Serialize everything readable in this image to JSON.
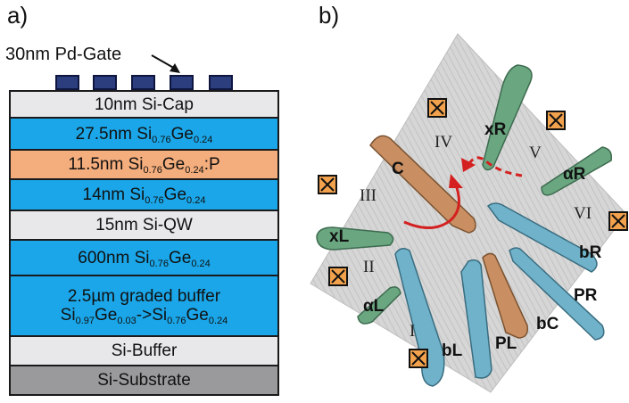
{
  "panel_labels": {
    "a": "a)",
    "b": "b)"
  },
  "stack": {
    "gate_label": "30nm Pd-Gate",
    "gate_color": "#2c3e7e",
    "layers": [
      {
        "text": "10nm Si-Cap",
        "material": "Si",
        "color": "#e8e8ea"
      },
      {
        "pre": "27.5nm Si",
        "s1": "0.76",
        "mid": "Ge",
        "s2": "0.24",
        "post": "",
        "color": "#1aa6e8"
      },
      {
        "pre": "11.5nm Si",
        "s1": "0.76",
        "mid": "Ge",
        "s2": "0.24",
        "post": ":P",
        "color": "#f4ad7c"
      },
      {
        "pre": "14nm Si",
        "s1": "0.76",
        "mid": "Ge",
        "s2": "0.24",
        "post": "",
        "color": "#1aa6e8"
      },
      {
        "text": "15nm Si-QW",
        "color": "#e8e8ea"
      },
      {
        "pre": "600nm Si",
        "s1": "0.76",
        "mid": "Ge",
        "s2": "0.24",
        "post": "",
        "color": "#1aa6e8"
      },
      {
        "line1": "2.5µm graded buffer",
        "l2pre": "Si",
        "l2s1": "0.97",
        "l2mid": "Ge",
        "l2s2": "0.03",
        "l2arrow": "->Si",
        "l2s3": "0.76",
        "l2mid2": "Ge",
        "l2s4": "0.24",
        "color": "#1aa6e8"
      },
      {
        "text": "Si-Buffer",
        "color": "#e8e8ea"
      },
      {
        "text": "Si-Substrate",
        "color": "#9a9a9c"
      }
    ]
  },
  "device": {
    "region_labels": [
      "I",
      "II",
      "III",
      "IV",
      "V",
      "VI"
    ],
    "gate_labels": {
      "C": "C",
      "xR": "xR",
      "aR": "αR",
      "xL": "xL",
      "aL": "αL",
      "bL": "bL",
      "PL": "PL",
      "bC": "bC",
      "PR": "PR",
      "bR": "bR"
    },
    "colors": {
      "surface": "#d9d9d9",
      "green_gate": "#6aa680",
      "orange_gate": "#c98f62",
      "blue_gate": "#6fb2c9",
      "contact_fill": "#f2a24c",
      "arrow": "#d42020"
    }
  }
}
